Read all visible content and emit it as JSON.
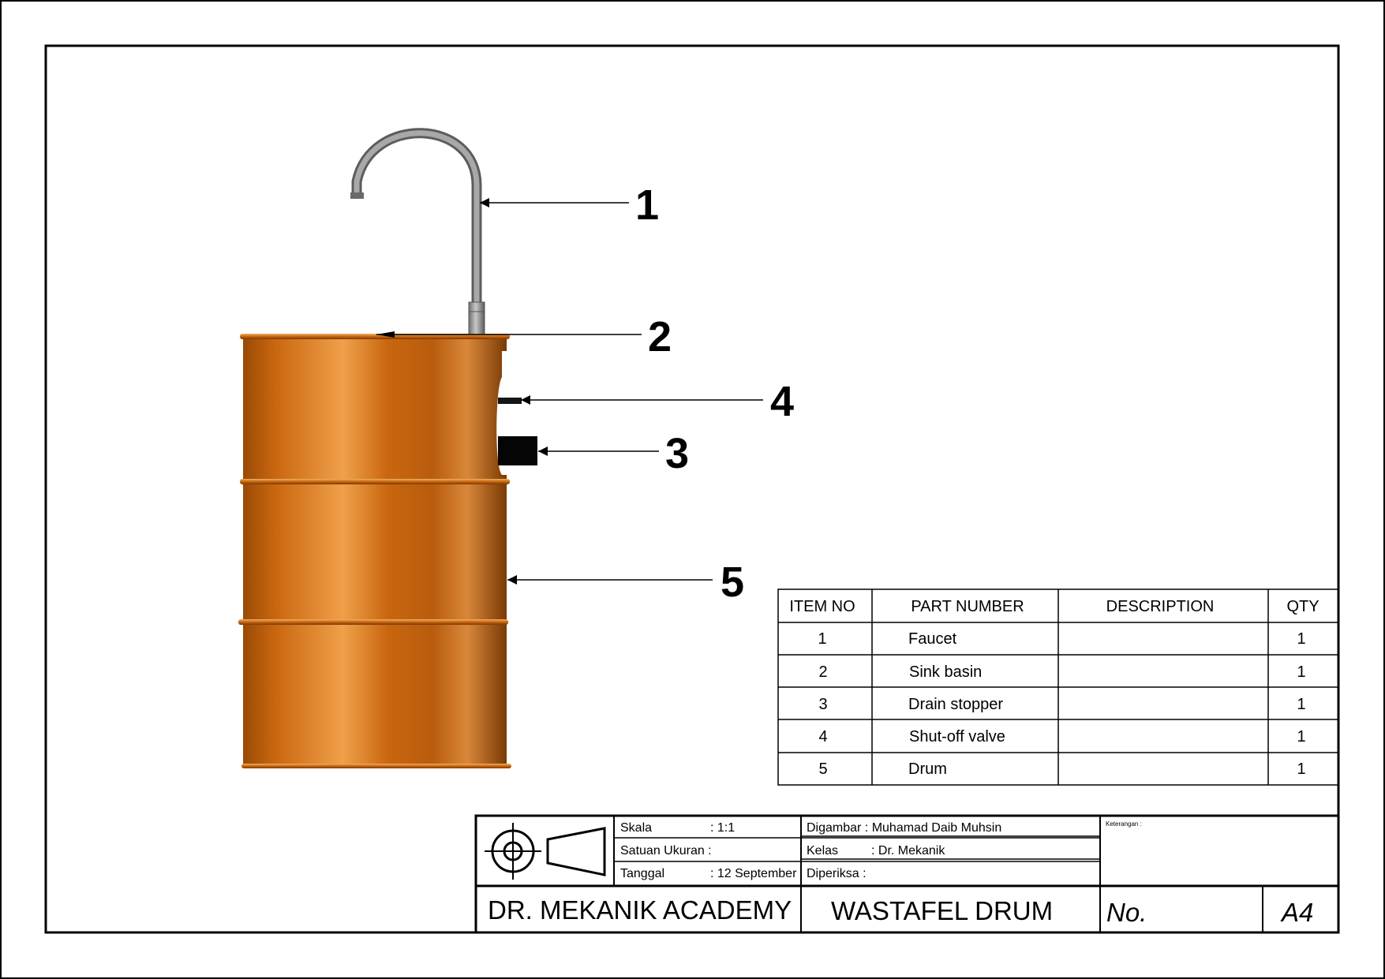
{
  "callouts": [
    "1",
    "2",
    "3",
    "4",
    "5"
  ],
  "bom": {
    "headers": [
      "ITEM NO",
      "PART NUMBER",
      "DESCRIPTION",
      "QTY"
    ],
    "rows": [
      {
        "item": "1",
        "part": "Faucet",
        "desc": "",
        "qty": "1"
      },
      {
        "item": "2",
        "part": "Sink basin",
        "desc": "",
        "qty": "1"
      },
      {
        "item": "3",
        "part": "Drain stopper",
        "desc": "",
        "qty": "1"
      },
      {
        "item": "4",
        "part": "Shut-off valve",
        "desc": "",
        "qty": "1"
      },
      {
        "item": "5",
        "part": "Drum",
        "desc": "",
        "qty": "1"
      }
    ]
  },
  "title_block": {
    "skala_label": "Skala",
    "skala_value": ":  1:1",
    "satuan_label": "Satuan Ukuran :",
    "tanggal_label": "Tanggal",
    "tanggal_value": ": 12 September",
    "digambar": "Digambar : Muhamad Daib Muhsin",
    "kelas_label": "Kelas",
    "kelas_value": ": Dr. Mekanik",
    "diperiksa": "Diperiksa :",
    "keterangan": "Keterangan :",
    "company": "DR. MEKANIK ACADEMY",
    "drawing_title": "WASTAFEL DRUM",
    "no_label": "No.",
    "sheet_size": "A4"
  },
  "colors": {
    "drum_dark": "#9a4a06",
    "drum_mid": "#c9660f",
    "drum_light": "#f0a04a",
    "pipe": "#8a8a8a",
    "stopper": "#050505"
  }
}
